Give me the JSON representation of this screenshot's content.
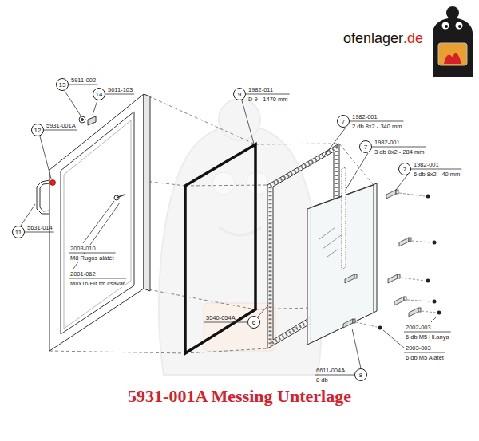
{
  "diagram": {
    "caption": "5931-001A Messing Unterlage",
    "nodes": [
      {
        "text": [
          "13"
        ]
      },
      {
        "text": [
          "9"
        ]
      },
      {
        "text": [
          "14"
        ]
      },
      {
        "text": [
          "7"
        ]
      },
      {
        "text": [
          "12"
        ]
      },
      {
        "text": [
          "7"
        ]
      },
      {
        "text": [
          "7"
        ]
      },
      {
        "text": [
          "11"
        ]
      },
      {
        "text": [
          "6"
        ]
      },
      {
        "text": [
          "8"
        ]
      }
    ],
    "labels": [
      "ofenlager",
      ".de",
      "5911-002",
      "5011-103",
      "5931-001A",
      "5631-014",
      "1982-011",
      "D 9 - 1470 mm",
      "1982-001",
      "2 db 8x2 - 340 mm",
      "1982-001",
      "3 db 8x2 - 284 mm",
      "1982-001",
      "6 db 8x2 - 40 mm",
      "2003-010",
      "M8 Rugós alátét",
      "2001-062",
      "M8x16 Hlf.fm.csavar",
      "5540-054A",
      "6611-004A",
      "8 db",
      "2002-003",
      "6 db M5 Hl.anya",
      "2003-003",
      "6 db M5 Alátét"
    ]
  }
}
